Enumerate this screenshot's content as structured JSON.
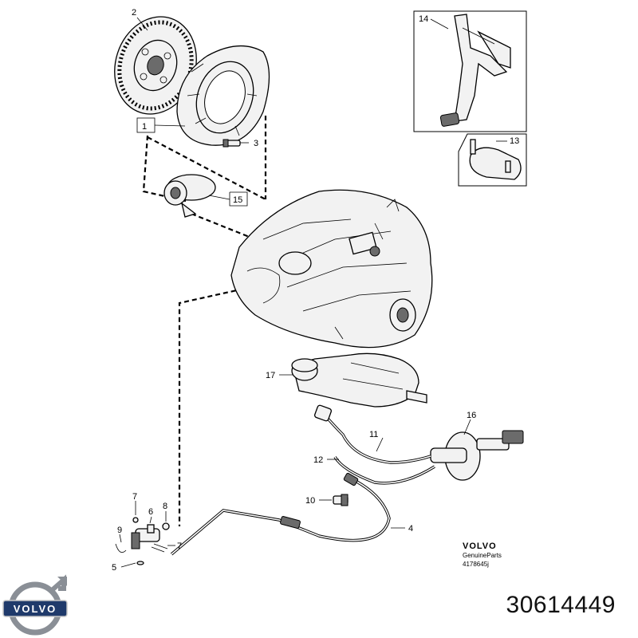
{
  "callouts": {
    "c1": "1",
    "c2": "2",
    "c3": "3",
    "c4": "4",
    "c5": "5",
    "c6": "6",
    "c7a": "7",
    "c7b": "7",
    "c8": "8",
    "c9": "9",
    "c10": "10",
    "c11": "11",
    "c12": "12",
    "c13": "13",
    "c14": "14",
    "c15": "15",
    "c16": "16",
    "c17": "17"
  },
  "brand": {
    "name": "VOLVO",
    "sub": "GenuineParts",
    "code": "4178645j"
  },
  "logo": {
    "text": "VOLVO"
  },
  "part_number": "30614449",
  "colors": {
    "line": "#000000",
    "fill": "#f2f2f2",
    "shade": "#6b6b6b",
    "logo": "#1f3a6b"
  }
}
